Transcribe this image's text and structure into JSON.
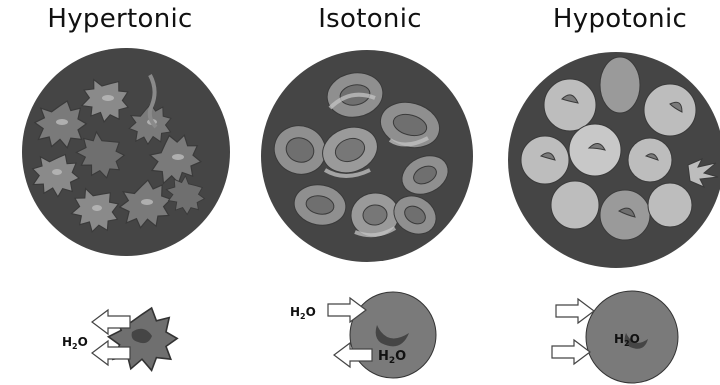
{
  "panels": [
    {
      "title": "Hypertonic",
      "water_label": "H2O"
    },
    {
      "title": "Isotonic",
      "water_label": "H2O"
    },
    {
      "title": "Hypotonic",
      "water_label": "H2O"
    }
  ],
  "colors": {
    "dish": "#454545",
    "cell_dark": "#6f6f6f",
    "cell_mid": "#8f8f8f",
    "cell_light": "#bdbdbd",
    "cell_center": "#7a7a7a",
    "arrow_fill": "#ffffff",
    "arrow_stroke": "#444444"
  }
}
